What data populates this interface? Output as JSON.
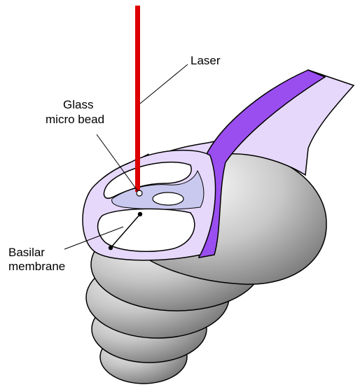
{
  "labels": {
    "laser": "Laser",
    "bead_line1": "Glass",
    "bead_line2": "micro bead",
    "membrane_line1": "Basilar",
    "membrane_line2": "membrane"
  },
  "colors": {
    "laser": "#dd0000",
    "lavender": "#e6d8fb",
    "purple": "#9a4ef0",
    "shell_light": "#eeeeee",
    "shell_dark": "#6e6e6e",
    "outline": "#000000",
    "bead_region": "#c9c9ef"
  },
  "icons": {
    "laser": "laser-beam",
    "bead": "glass-bead-dot",
    "cochlea": "cochlea-spiral-shell"
  }
}
